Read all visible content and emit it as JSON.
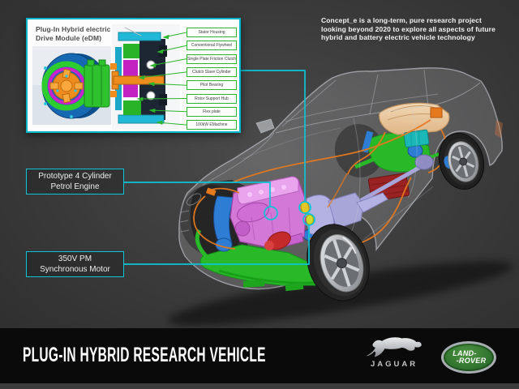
{
  "edm_panel": {
    "title_line1": "Plug-In Hybrid electric",
    "title_line2": "Drive Module (eDM)",
    "labels": [
      "Stator Housing",
      "Conventional Flywheel",
      "Single Plate Friction Clutch",
      "Clutch Slave Cylinder",
      "Pilot Bearing",
      "Rotor Support Hub",
      "Flex plate",
      "100kW EMachine"
    ]
  },
  "intro": {
    "lines": [
      "Concept_e is a long-term, pure research project",
      "looking beyond 2020 to explore all aspects of future",
      "hybrid and battery electric vehicle technology"
    ]
  },
  "callouts": [
    {
      "line1": "Prototype 4 Cylinder",
      "line2": "Petrol Engine"
    },
    {
      "line1": "350V PM",
      "line2": "Synchronous Motor"
    }
  ],
  "footer": {
    "title": "PLUG-IN HYBRID RESEARCH VEHICLE",
    "jaguar_label": "JAGUAR",
    "landrover_line1": "LAND-",
    "landrover_line2": "-ROVER"
  },
  "colors": {
    "accent_cyan": "#0cc4d6",
    "label_green": "#2db52d",
    "engine_pink": "#d478d8",
    "transmission_lavender": "#b0aede",
    "subframe_green": "#28b828",
    "suspension_blue": "#2d7dd4",
    "harness_orange": "#e5791e",
    "fuel_tank_tan": "#ecc9a0",
    "battery_teal": "#1cb8b8",
    "power_box_maroon": "#9a2222",
    "footer_bg": "#0a0a0a",
    "landrover_green": "#2c6e2c"
  }
}
